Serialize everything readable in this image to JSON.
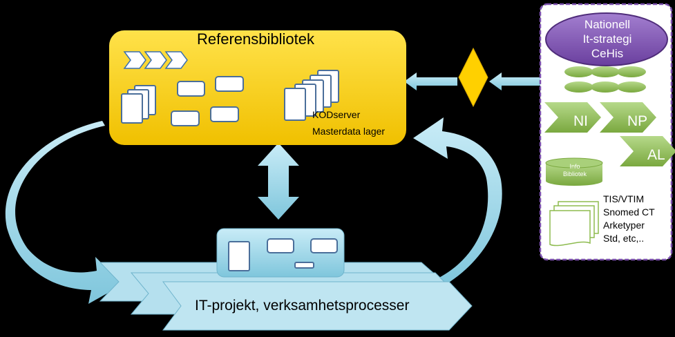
{
  "referensbibliotek": {
    "title": "Referensbibliotek",
    "kodserver": "KODserver",
    "masterdata": "Masterdata lager"
  },
  "it_projekt": {
    "label": "IT-projekt, verksamhetsprocesser"
  },
  "strategy_panel": {
    "strategy_lines": [
      "Nationell",
      "It-strategi",
      "CeHis"
    ],
    "chevrons": [
      "NI",
      "NP",
      "AL"
    ],
    "info_bibliotek": [
      "Info",
      "Bibliotek"
    ],
    "standards": [
      "TIS/VTIM",
      "Snomed CT",
      "Arketyper",
      "Std, etc,.."
    ]
  },
  "colors": {
    "background": "#000000",
    "referens_fill": "#ffd400",
    "flow_blue": "#a9dcec",
    "diamond": "#ffd000",
    "strategy_ellipse": "#7b4fae",
    "panel_border": "#7b4fae",
    "green_item": "#8dbb4f"
  }
}
